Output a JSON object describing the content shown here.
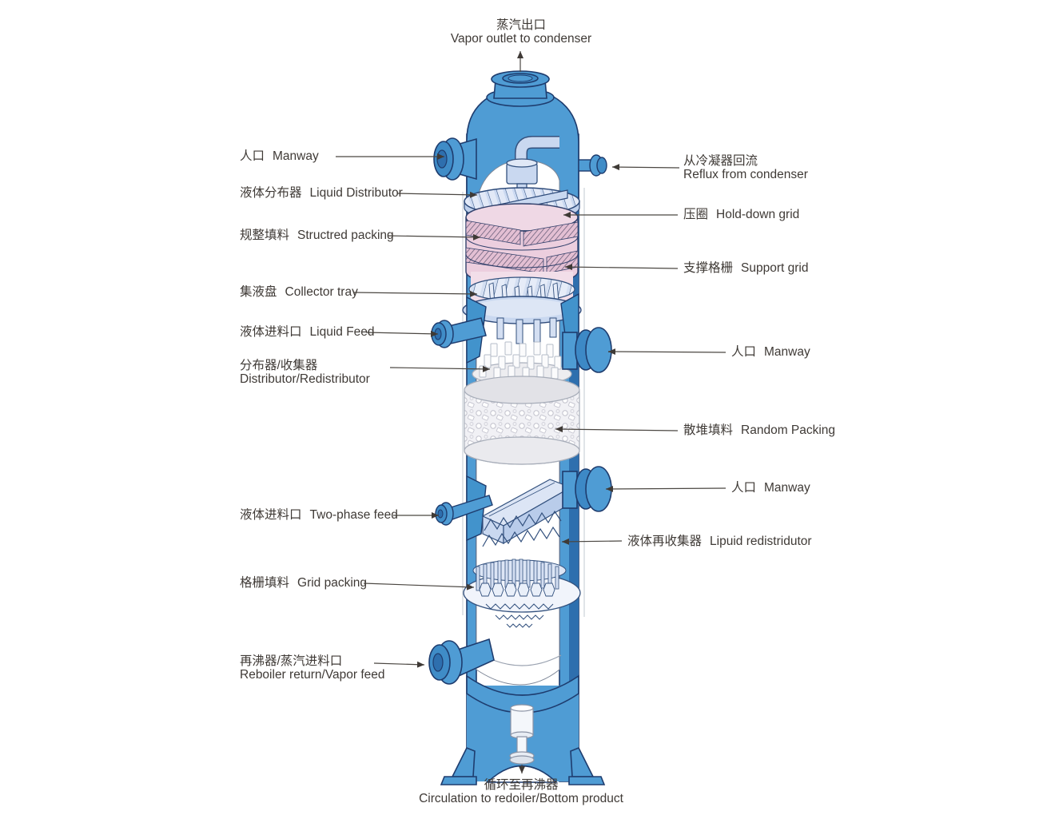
{
  "diagram": {
    "title_top": {
      "zh": "蒸汽出口",
      "en": "Vapor outlet to condenser"
    },
    "title_bottom": {
      "zh": "循环至再沸器",
      "en": "Circulation to redoiler/Bottom product"
    },
    "labels_left": [
      {
        "zh": "人口",
        "en": "Manway"
      },
      {
        "zh": "液体分布器",
        "en": "Liquid Distributor"
      },
      {
        "zh": "规整填料",
        "en": "Structred packing"
      },
      {
        "zh": "集液盘",
        "en": "Collector tray"
      },
      {
        "zh": "液体进料口",
        "en": "Liquid Feed"
      },
      {
        "zh": "分布器/收集器",
        "en": "Distributor/Redistributor"
      },
      {
        "zh": "液体进料口",
        "en": "Two-phase feed"
      },
      {
        "zh": "格栅填料",
        "en": "Grid packing"
      },
      {
        "zh": "再沸器/蒸汽进料口",
        "en": "Reboiler return/Vapor feed"
      }
    ],
    "labels_right": [
      {
        "zh": "从冷凝器回流",
        "en": "Reflux from condenser"
      },
      {
        "zh": "压圈",
        "en": "Hold-down grid"
      },
      {
        "zh": "支撑格栅",
        "en": "Support grid"
      },
      {
        "zh": "人口",
        "en": "Manway"
      },
      {
        "zh": "散堆填料",
        "en": "Random Packing"
      },
      {
        "zh": "人口",
        "en": "Manway"
      },
      {
        "zh": "液体再收集器",
        "en": "Lipuid redistridutor"
      }
    ],
    "colors": {
      "shell_blue": "#4f9cd4",
      "shell_blue_dark": "#2e6fae",
      "outline_navy": "#1e3c6e",
      "internals_blue": "#c9d8f0",
      "packing_pink": "#eccede",
      "random_packing_gray": "#f1f1f5",
      "text": "#3f3a36",
      "leader_line": "#4b4742"
    }
  }
}
